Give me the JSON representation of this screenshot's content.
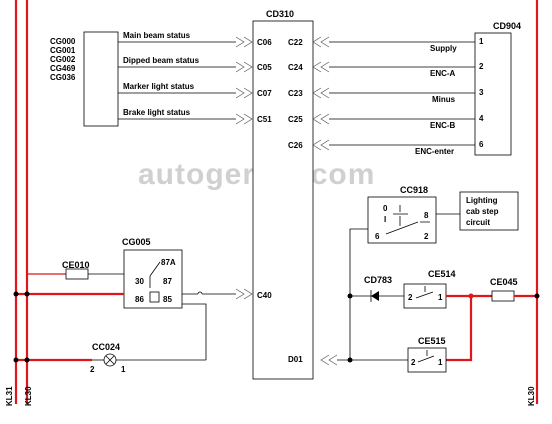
{
  "watermark": "autogeriko.com",
  "rails": {
    "left_a": "KL31",
    "left_b": "KL30",
    "right": "KL30"
  },
  "ecu": {
    "name": "CD310",
    "pins": {
      "c06": "C06",
      "c05": "C05",
      "c07": "C07",
      "c51": "C51",
      "c22": "C22",
      "c24": "C24",
      "c23": "C23",
      "c25": "C25",
      "c26": "C26",
      "c40": "C40",
      "d01": "D01"
    }
  },
  "cg_group": {
    "lines": [
      "CG000",
      "CG001",
      "CG002",
      "CG469",
      "CG036"
    ]
  },
  "status_signals": {
    "main_beam": "Main beam status",
    "dipped_beam": "Dipped beam status",
    "marker_light": "Marker light status",
    "brake_light": "Brake light status"
  },
  "cd904": {
    "name": "CD904",
    "pins": [
      "1",
      "2",
      "3",
      "4",
      "6"
    ],
    "labels": [
      "Supply",
      "ENC-A",
      "Minus",
      "ENC-B",
      "ENC-enter"
    ]
  },
  "cc918": {
    "name": "CC918",
    "pos_0": "0",
    "pos_1": "I",
    "pin_8": "8",
    "pin_6": "6",
    "pin_2": "2",
    "note_lines": [
      "Lighting",
      "cab step",
      "circuit"
    ]
  },
  "cg005": {
    "name": "CG005",
    "pin_87a": "87A",
    "pin_30": "30",
    "pin_87": "87",
    "pin_86": "86",
    "pin_85": "85"
  },
  "ce010": {
    "name": "CE010"
  },
  "cc024": {
    "name": "CC024",
    "pin_2": "2",
    "pin_1": "1"
  },
  "cd783": {
    "name": "CD783"
  },
  "ce514": {
    "name": "CE514",
    "pin_2": "2",
    "pin_1": "1"
  },
  "ce045": {
    "name": "CE045"
  },
  "ce515": {
    "name": "CE515",
    "pin_2": "2",
    "pin_1": "1"
  }
}
